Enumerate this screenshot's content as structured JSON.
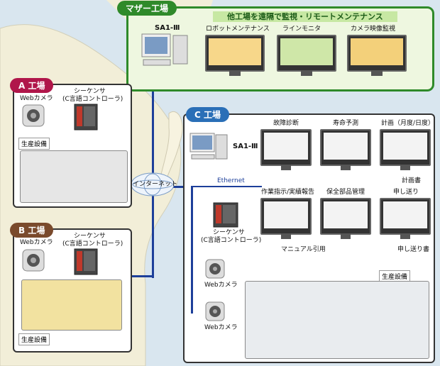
{
  "mother": {
    "tag": "マザー工場",
    "banner": "他工場を遠隔で監視・リモートメンテナンス",
    "pc": "SA1-Ⅲ",
    "screens": [
      "ロボットメンテナンス",
      "ラインモニタ",
      "カメラ映像監視"
    ]
  },
  "factory_a": {
    "tag": "A 工場",
    "webcam": "Webカメラ",
    "sequencer": "シーケンサ",
    "sequencer_sub": "(C言語コントローラ)",
    "equipment": "生産設備"
  },
  "factory_b": {
    "tag": "B 工場",
    "webcam": "Webカメラ",
    "sequencer": "シーケンサ",
    "sequencer_sub": "(C言語コントローラ)",
    "equipment": "生産設備"
  },
  "factory_c": {
    "tag": "C 工場",
    "pc": "SA1-Ⅲ",
    "ethernet": "Ethernet",
    "screens": [
      "故障診断",
      "寿命予測",
      "計画（月度/日度）",
      "作業指示/実績報告",
      "保全部品管理",
      "申し送り"
    ],
    "plan_doc": "計画書",
    "manual": "マニュアル引用",
    "handover_doc": "申し送り書",
    "sequencer": "シーケンサ",
    "sequencer_sub": "(C言語コントローラ)",
    "webcam1": "Webカメラ",
    "webcam2": "Webカメラ",
    "equipment": "生産設備"
  },
  "internet": "インターネット",
  "colors": {
    "mother": "#2f8a2a",
    "a": "#b0164a",
    "b": "#7a4a2c",
    "c": "#2a6fb7",
    "link": "#1d3f9a"
  }
}
